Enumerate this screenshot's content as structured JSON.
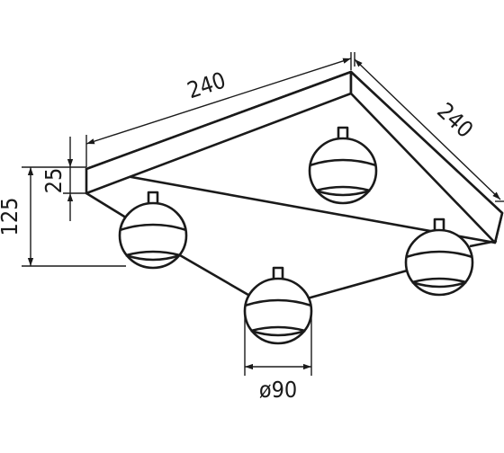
{
  "dimensions": {
    "width_top": "240",
    "depth_right": "240",
    "total_height": "125",
    "base_height": "25",
    "spot_diameter": "ø90"
  },
  "colors": {
    "line": "#1a1a1a",
    "background": "#ffffff"
  }
}
